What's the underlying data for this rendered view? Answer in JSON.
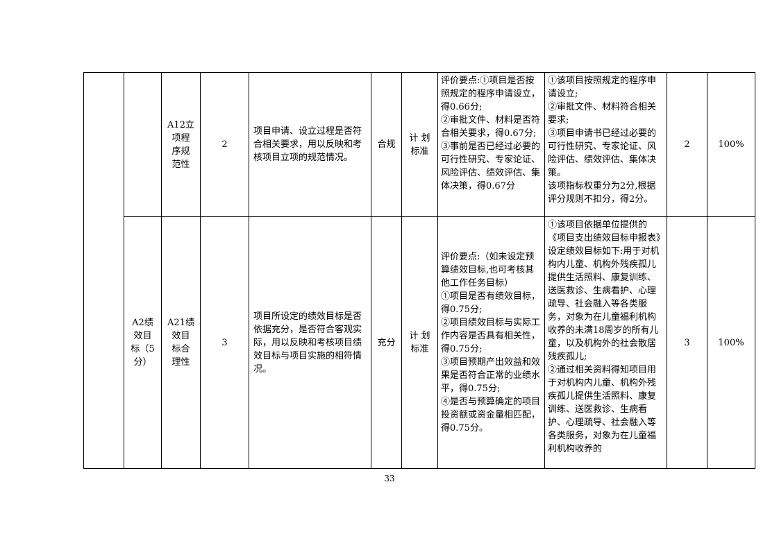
{
  "rows": [
    {
      "level2": "",
      "level3": "A12立\n项程\n序规\n范性",
      "weight": "2",
      "content": "项目申请、设立过程是否符合相关要求，用以反映和考核项目立项的规范情况。",
      "method": "合规",
      "basis": "计 划\n标准",
      "criteria": "评价要点:①项目是否按照规定的程序申请设立，得0.66分;\n②审批文件、材料是否符合相关要求，得0.67分;\n③事前是否已经过必要的可行性研究、专家论证、风险评估、绩效评估、集体决策，得0.67分",
      "findings": "①该项目按照规定的程序申请设立;\n②审批文件、材料符合相关要求;\n③项目申请书已经过必要的可行性研究、专家论证、风险评估、绩效评估、集体决策。\n该项指标权重分为2分,根据评分规则不扣分，得2分。",
      "score": "2",
      "rate": "100%"
    },
    {
      "level2": "A2绩\n效目\n标（5\n分）",
      "level3": "A21绩\n效目\n标合\n理性",
      "weight": "3",
      "content": "项目所设定的绩效目标是否依据充分，是否符合客观实际，用以反映和考核项目绩效目标与项目实施的相符情况。",
      "method": "充分",
      "basis": "计 划\n标准",
      "criteria": "评价要点:（如未设定预算绩效目标,也可考核其他工作任务目标）\n①项目是否有绩效目标，得0.75分;\n②项目绩效目标与实际工作内容是否具有相关性，得0.75分;\n③项目预期产出效益和效果是否符合正常的业绩水平，得0.75分;\n④是否与预算确定的项目投资额或资金量相匹配，得0.75分。",
      "findings": "①该项目依据单位提供的《项目支出绩效目标申报表》设定绩效目标如下:用于对机构内儿童、机构外残疾孤儿提供生活照料、康复训练、送医救诊、生病看护、心理疏导、社会融入等各类服务，对象为在儿童福利机构收养的未满18周岁的所有儿童，以及机构外的社会散居残疾孤儿;\n②通过相关资料得知项目用于对机构内儿童、机构外残疾孤儿提供生活照料、康复训练、送医救诊、生病看护、心理疏导、社会融入等各类服务，对象为在儿童福利机构收养的",
      "score": "3",
      "rate": "100%"
    }
  ],
  "page_number": "33"
}
